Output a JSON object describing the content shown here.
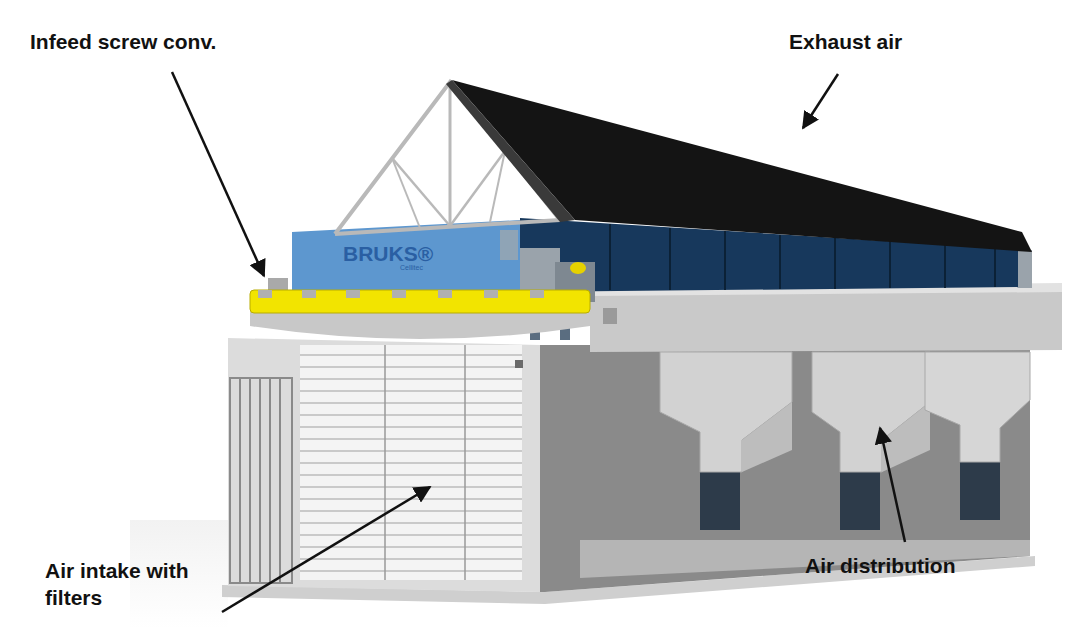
{
  "diagram": {
    "labels": [
      "Infeed screw conv.",
      "Exhaust air",
      "BRUKS®",
      "Cellitec",
      "Air intake with filters",
      "Air distribution"
    ]
  }
}
